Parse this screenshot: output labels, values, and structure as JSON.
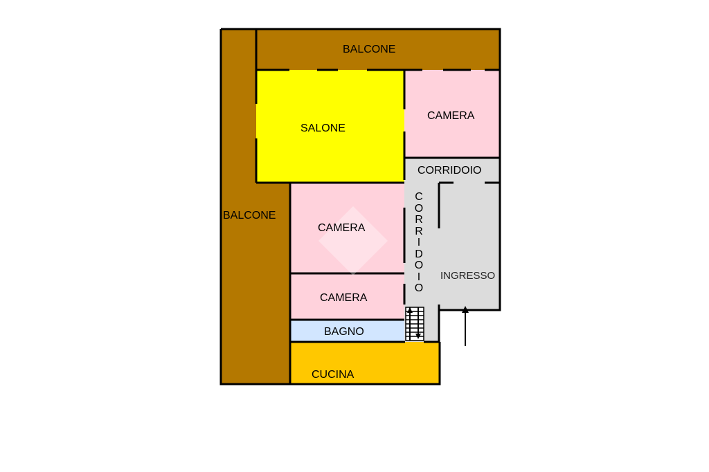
{
  "floorplan": {
    "rooms": {
      "balcone_top": {
        "label": "BALCONE",
        "color": "#b47800"
      },
      "balcone_left": {
        "label": "BALCONE",
        "color": "#b47800"
      },
      "salone": {
        "label": "SALONE",
        "color": "#ffff00"
      },
      "camera_top": {
        "label": "CAMERA",
        "color": "#ffd2dc"
      },
      "corridoio_h": {
        "label": "CORRIDOIO",
        "color": "#dcdcdc"
      },
      "camera_mid": {
        "label": "CAMERA",
        "color": "#ffd2dc"
      },
      "corridoio_v": {
        "label": "C O R R I D O I O",
        "color": "#dcdcdc"
      },
      "ingresso": {
        "label": "INGRESSO",
        "color": "#dcdcdc"
      },
      "camera_low": {
        "label": "CAMERA",
        "color": "#ffd2dc"
      },
      "bagno": {
        "label": "BAGNO",
        "color": "#d2e6ff"
      },
      "cucina": {
        "label": "CUCINA",
        "color": "#ffc800"
      }
    },
    "watermark": "watermark-logo"
  }
}
